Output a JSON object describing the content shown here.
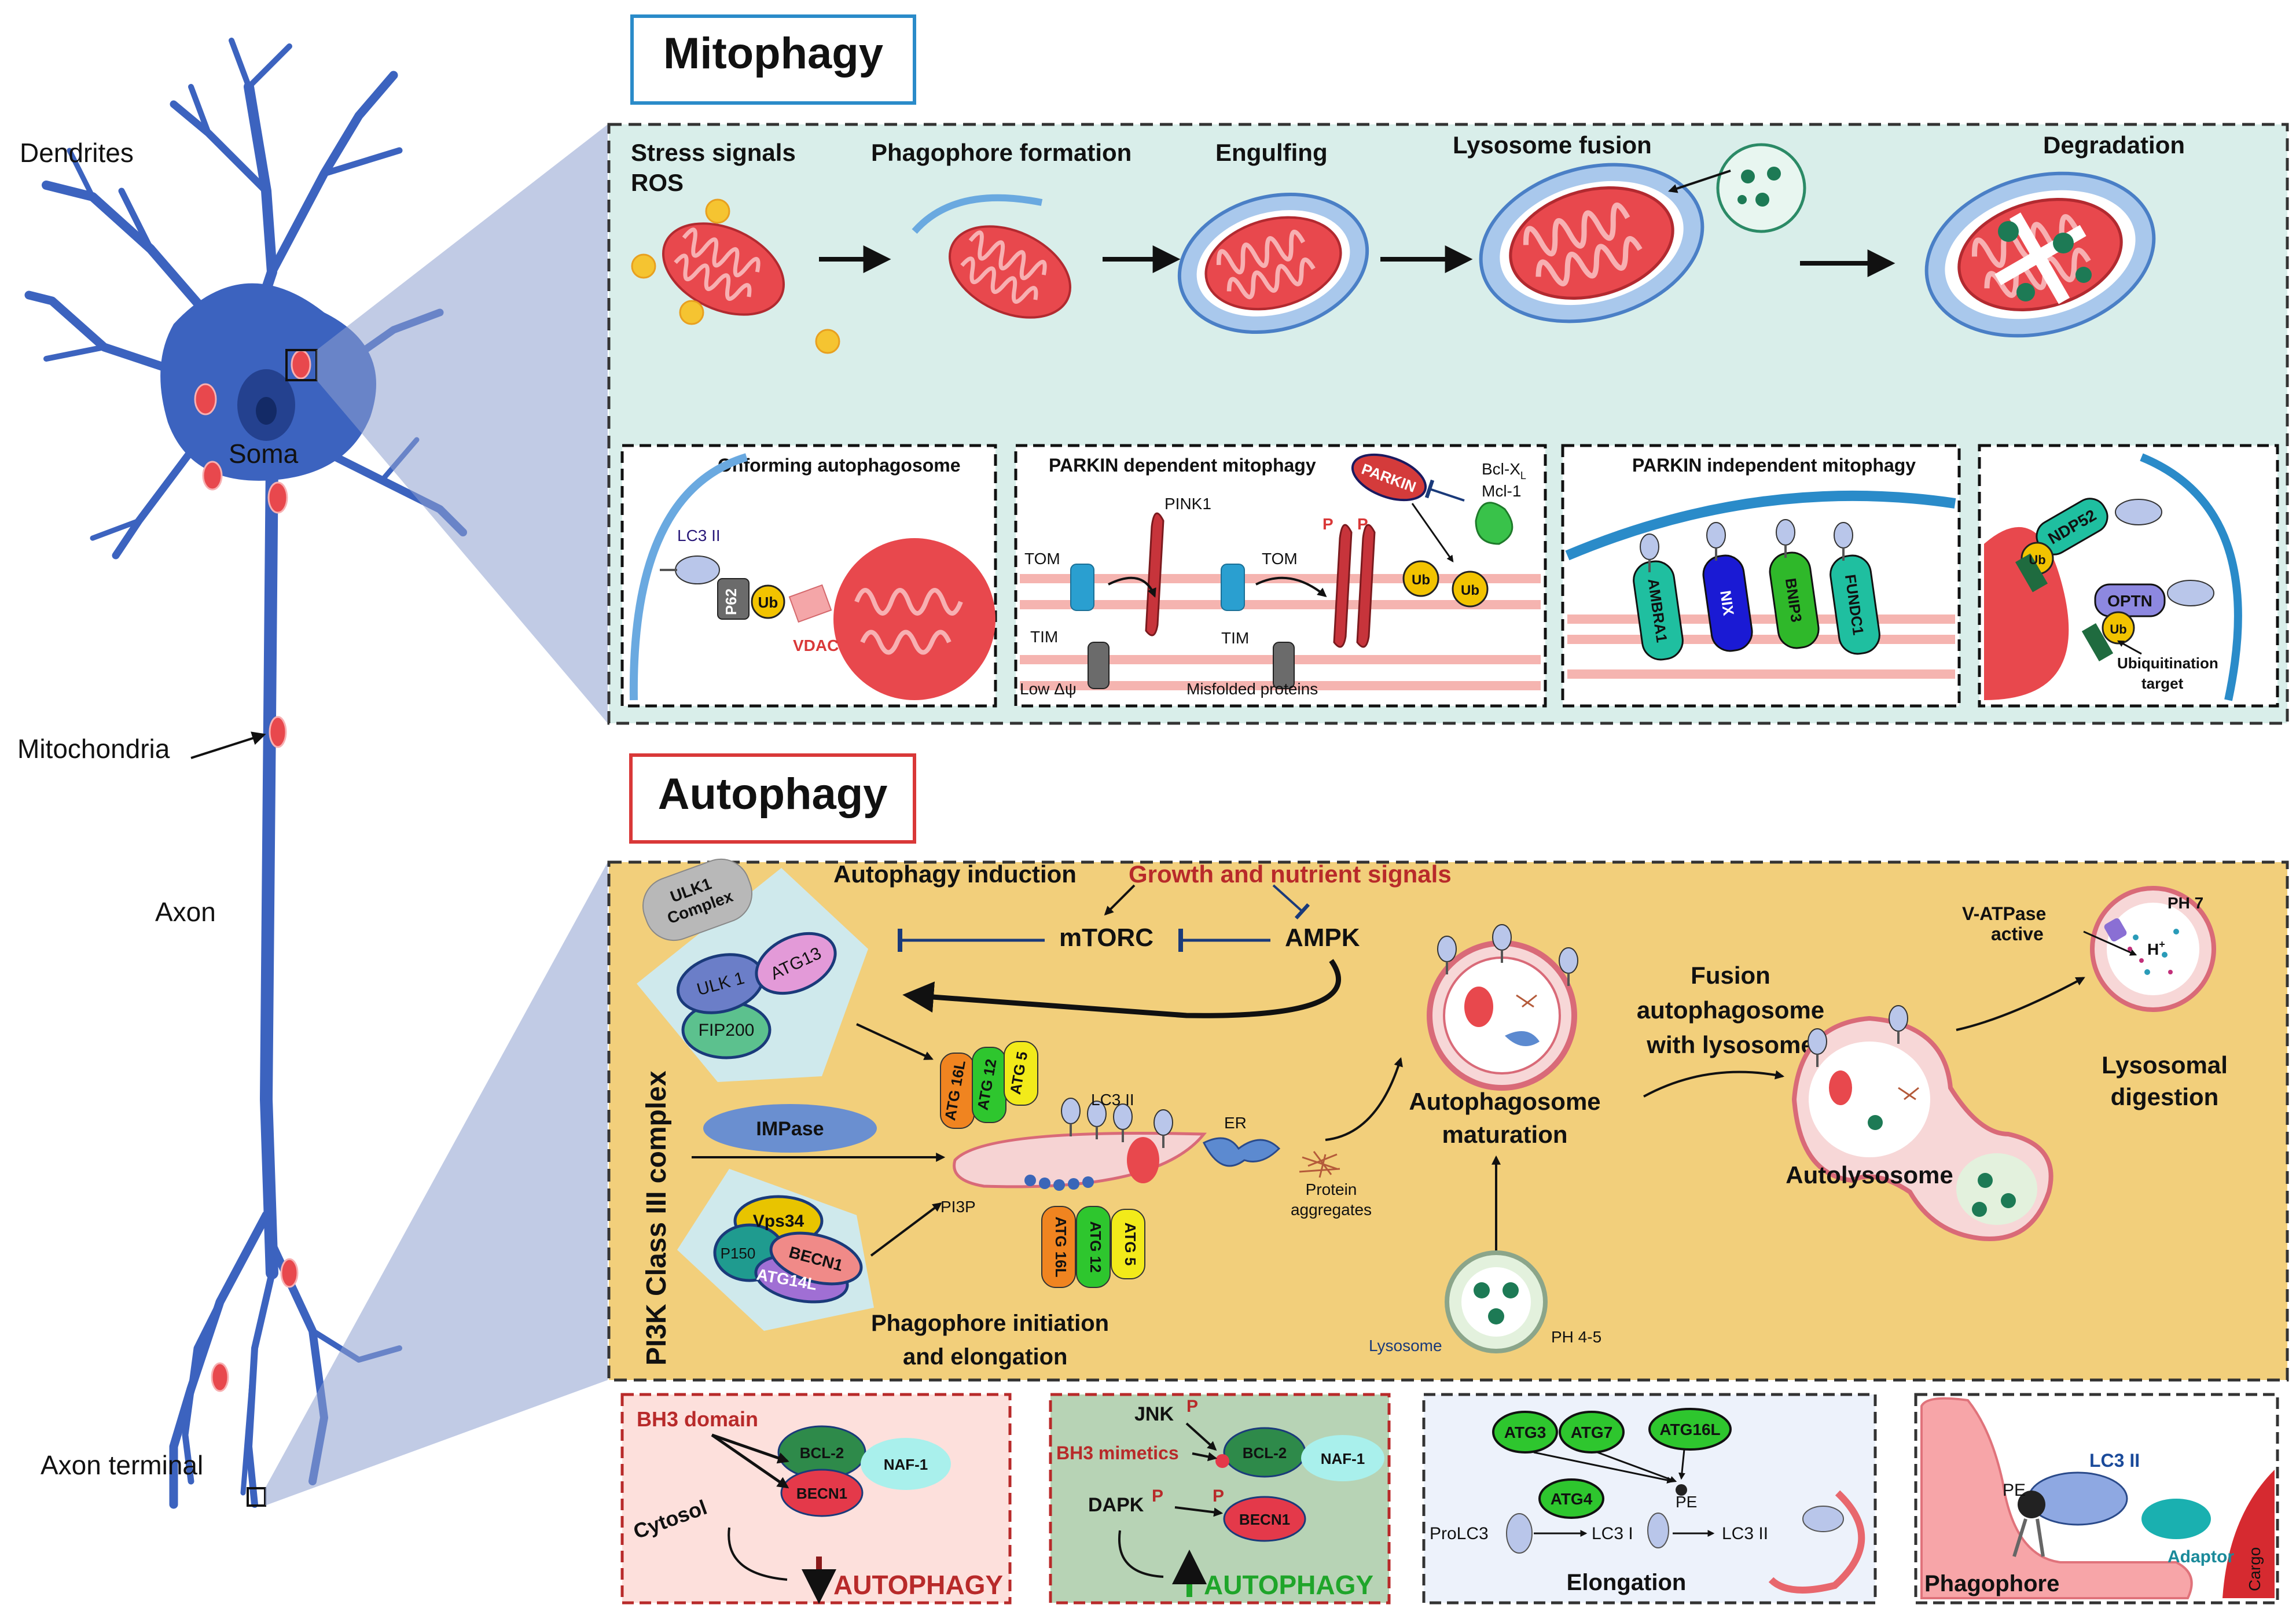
{
  "neuron": {
    "dendrites": "Dendrites",
    "soma": "Soma",
    "mitochondria": "Mitochondria",
    "axon": "Axon",
    "axon_terminal": "Axon terminal"
  },
  "mitophagy": {
    "title": "Mitophagy",
    "stages": {
      "stress": "Stress signals",
      "ros": "ROS",
      "phagophore": "Phagophore formation",
      "engulfing": "Engulfing",
      "lysosome_fusion": "Lysosome fusion",
      "degradation": "Degradation"
    },
    "panel1": {
      "title": "Onforming autophagosome",
      "lc3": "LC3 II",
      "p62": "P62",
      "ub": "Ub",
      "vdac": "VDAC"
    },
    "panel2": {
      "title": "PARKIN dependent mitophagy",
      "pink1": "PINK1",
      "parkin": "PARKIN",
      "bclxl": "Bcl-X",
      "bclxl_sub": "L",
      "mcl1": "Mcl-1",
      "tom": "TOM",
      "tim": "TIM",
      "low_dpsi": "Low Δψ",
      "misfolded": "Misfolded proteins",
      "p": "P",
      "ub": "Ub"
    },
    "panel3": {
      "title": "PARKIN independent mitophagy",
      "receptors": [
        "AMBRA1",
        "NIX",
        "BNIP3",
        "FUNDC1"
      ]
    },
    "panel4": {
      "ndp52": "NDP52",
      "optn": "OPTN",
      "ub": "Ub",
      "ubiq1": "Ubiquitination",
      "ubiq2": "target"
    }
  },
  "autophagy": {
    "title": "Autophagy",
    "induction": "Autophagy induction",
    "growth": "Growth and nutrient signals",
    "mtorc": "mTORC",
    "ampk": "AMPK",
    "ulk1_complex_1": "ULK1",
    "ulk1_complex_2": "Complex",
    "ulk1": "ULK 1",
    "atg13": "ATG13",
    "fip200": "FIP200",
    "impase": "IMPase",
    "pi3k": "PI3K Class III complex",
    "vps34": "Vps34",
    "p150": "P150",
    "becn1": "BECN1",
    "atg14l": "ATG14L",
    "atg16l": "ATG 16L",
    "atg12": "ATG 12",
    "atg5": "ATG 5",
    "lc3": "LC3 II",
    "pi3p": "PI3P",
    "er": "ER",
    "protein_aggr_1": "Protein",
    "protein_aggr_2": "aggregates",
    "init_1": "Phagophore initiation",
    "init_2": "and elongation",
    "maturation_1": "Autophagosome",
    "maturation_2": "maturation",
    "lysosome": "Lysosome",
    "ph45": "PH 4-5",
    "fusion_1": "Fusion",
    "fusion_2": "autophagosome",
    "fusion_3": "with lysosome",
    "autolysosome": "Autolysosome",
    "vatpase_1": "V-ATPase",
    "vatpase_2": "active",
    "ph7": "PH 7",
    "hplus": "H",
    "digestion_1": "Lysosomal",
    "digestion_2": "digestion"
  },
  "bottom": {
    "p1": {
      "bh3": "BH3 domain",
      "bcl2": "BCL-2",
      "naf1": "NAF-1",
      "becn1": "BECN1",
      "cytosol": "Cytosol",
      "result": "AUTOPHAGY"
    },
    "p2": {
      "jnk": "JNK",
      "p": "P",
      "bh3m": "BH3 mimetics",
      "bcl2": "BCL-2",
      "naf1": "NAF-1",
      "dapk": "DAPK",
      "becn1": "BECN1",
      "result": "AUTOPHAGY"
    },
    "p3": {
      "atg3": "ATG3",
      "atg7": "ATG7",
      "atg16l": "ATG16L",
      "atg4": "ATG4",
      "pe": "PE",
      "prolc3": "ProLC3",
      "lc3i": "LC3 I",
      "lc3ii": "LC3 II",
      "label": "Elongation"
    },
    "p4": {
      "pe": "PE",
      "lc3": "LC3 II",
      "adaptor": "Adaptor",
      "cargo": "Cargo",
      "phagophore": "Phagophore"
    }
  },
  "colors": {
    "mitophagy_frame": "#2a8bc9",
    "autophagy_frame": "#d93838",
    "neuron": "#3c63bf",
    "mito_red": "#e8484d"
  }
}
